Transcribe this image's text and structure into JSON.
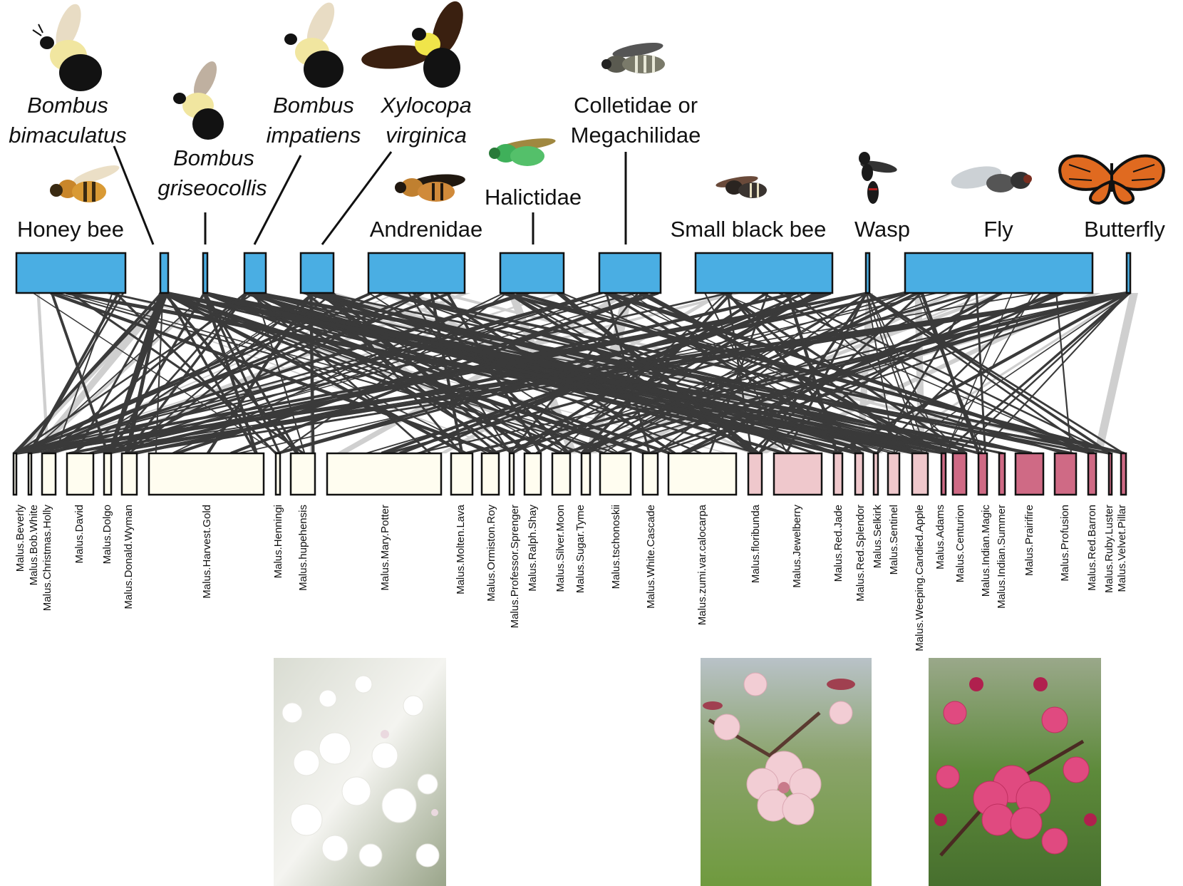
{
  "pollinators": [
    {
      "name": "Honey bee",
      "italic": false,
      "icon": "honey-bee-icon"
    },
    {
      "name": "Bombus bimaculatus",
      "italic": true,
      "icon": "bumblebee-icon"
    },
    {
      "name": "Bombus griseocollis",
      "italic": true,
      "icon": "bumblebee-icon"
    },
    {
      "name": "Bombus impatiens",
      "italic": true,
      "icon": "bumblebee-icon"
    },
    {
      "name": "Xylocopa virginica",
      "italic": true,
      "icon": "carpenter-bee-icon"
    },
    {
      "name": "Andrenidae",
      "italic": false,
      "icon": "mining-bee-icon"
    },
    {
      "name": "Halictidae",
      "italic": false,
      "icon": "sweat-bee-icon"
    },
    {
      "name": "Colletidae or Megachilidae",
      "italic": false,
      "icon": "leafcutter-bee-icon"
    },
    {
      "name": "Small black bee",
      "italic": false,
      "icon": "small-bee-icon"
    },
    {
      "name": "Wasp",
      "italic": false,
      "icon": "wasp-icon"
    },
    {
      "name": "Fly",
      "italic": false,
      "icon": "fly-icon"
    },
    {
      "name": "Butterfly",
      "italic": false,
      "icon": "butterfly-icon"
    }
  ],
  "pollinator_label_lines": {
    "honey_bee": "Honey bee",
    "bombus_bimaculatus": [
      "Bombus",
      "bimaculatus"
    ],
    "bombus_griseocollis": [
      "Bombus",
      "griseocollis"
    ],
    "bombus_impatiens": [
      "Bombus",
      "impatiens"
    ],
    "xylocopa_virginica": [
      "Xylocopa",
      "virginica"
    ],
    "andrenidae": "Andrenidae",
    "halictidae": "Halictidae",
    "colletidae": [
      "Colletidae or",
      "Megachilidae"
    ],
    "small_black_bee": "Small black bee",
    "wasp": "Wasp",
    "fly": "Fly",
    "butterfly": "Butterfly"
  },
  "malus_varieties": [
    {
      "name": "Malus.Beverly",
      "color_group": "white"
    },
    {
      "name": "Malus.Bob.White",
      "color_group": "white"
    },
    {
      "name": "Malus.Christmas.Holly",
      "color_group": "white"
    },
    {
      "name": "Malus.David",
      "color_group": "white"
    },
    {
      "name": "Malus.Dolgo",
      "color_group": "white"
    },
    {
      "name": "Malus.Donald.Wyman",
      "color_group": "white"
    },
    {
      "name": "Malus.Harvest.Gold",
      "color_group": "white"
    },
    {
      "name": "Malus.Henningi",
      "color_group": "white"
    },
    {
      "name": "Malus.hupehensis",
      "color_group": "white"
    },
    {
      "name": "Malus.Mary.Potter",
      "color_group": "white"
    },
    {
      "name": "Malus.Molten.Lava",
      "color_group": "white"
    },
    {
      "name": "Malus.Ormiston.Roy",
      "color_group": "white"
    },
    {
      "name": "Malus.Professor.Sprenger",
      "color_group": "white"
    },
    {
      "name": "Malus.Ralph.Shay",
      "color_group": "white"
    },
    {
      "name": "Malus.Silver.Moon",
      "color_group": "white"
    },
    {
      "name": "Malus.Sugar.Tyme",
      "color_group": "white"
    },
    {
      "name": "Malus.tschonoskii",
      "color_group": "white"
    },
    {
      "name": "Malus.White.Cascade",
      "color_group": "white"
    },
    {
      "name": "Malus.zumi.var.calocarpa",
      "color_group": "white"
    },
    {
      "name": "Malus.floribunda",
      "color_group": "light-pink"
    },
    {
      "name": "Malus.Jewelberry",
      "color_group": "light-pink"
    },
    {
      "name": "Malus.Red.Jade",
      "color_group": "light-pink"
    },
    {
      "name": "Malus.Red.Splendor",
      "color_group": "light-pink"
    },
    {
      "name": "Malus.Selkirk",
      "color_group": "light-pink"
    },
    {
      "name": "Malus.Sentinel",
      "color_group": "light-pink"
    },
    {
      "name": "Malus.Weeping.Candied.Apple",
      "color_group": "light-pink"
    },
    {
      "name": "Malus.Adams",
      "color_group": "dark-pink"
    },
    {
      "name": "Malus.Centurion",
      "color_group": "dark-pink"
    },
    {
      "name": "Malus.Indian.Magic",
      "color_group": "dark-pink"
    },
    {
      "name": "Malus.Indian.Summer",
      "color_group": "dark-pink"
    },
    {
      "name": "Malus.Prairifire",
      "color_group": "dark-pink"
    },
    {
      "name": "Malus.Profusion",
      "color_group": "dark-pink"
    },
    {
      "name": "Malus.Red.Barron",
      "color_group": "dark-pink"
    },
    {
      "name": "Malus.Ruby.Luster",
      "color_group": "dark-pink"
    },
    {
      "name": "Malus.Velvet.Pillar",
      "color_group": "dark-pink"
    }
  ],
  "colors": {
    "pollinator_box": "#4aaee3",
    "white_flower_box": "#fffdf0",
    "light_pink_box": "#efc8cc",
    "dark_pink_box": "#cf6a85",
    "strong_link": "#3a3a3a",
    "weak_link": "#cfcfcf"
  },
  "photos": [
    {
      "icon": "white-blossom-photo"
    },
    {
      "icon": "light-pink-blossom-photo"
    },
    {
      "icon": "dark-pink-blossom-photo"
    }
  ]
}
